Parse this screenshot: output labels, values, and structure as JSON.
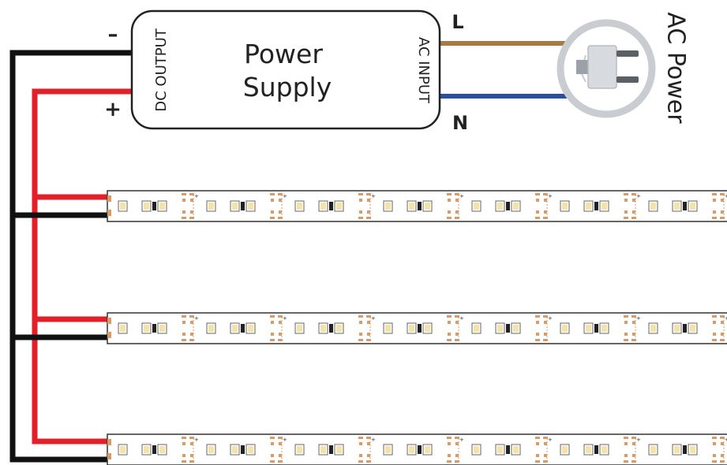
{
  "power_supply": {
    "title_line1": "Power",
    "title_line2": "Supply",
    "output_label": "DC OUTPUT",
    "input_label": "AC INPUT"
  },
  "polarity": {
    "negative": "–",
    "positive": "+"
  },
  "ac_lines": {
    "live": "L",
    "neutral": "N"
  },
  "ac_source": {
    "label": "AC Power"
  },
  "led_strips": {
    "count": 3,
    "segments_per_strip": 7
  },
  "colors": {
    "negative_wire": "#111111",
    "positive_wire": "#e32028",
    "live_wire": "#a67a45",
    "neutral_wire": "#2a4fa0",
    "strip_pad": "#d89a66",
    "led_body": "#f4e2a8",
    "plug_ring": "#c9ccd0"
  }
}
